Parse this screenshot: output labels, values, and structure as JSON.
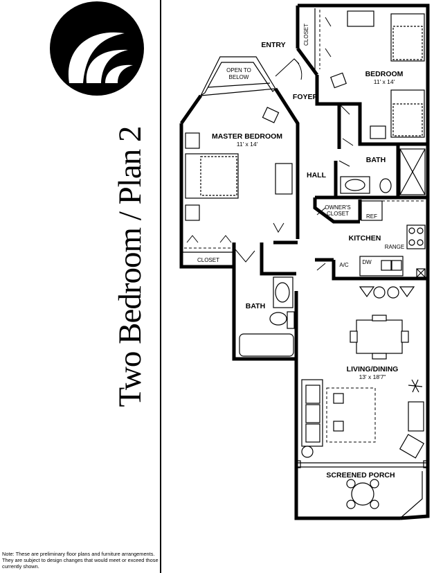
{
  "title": "Two Bedroom / Plan 2",
  "note": "Note: These are preliminary floor plans and furniture arrangements. They are subject to design changes that would meet or exceed those currently shown.",
  "logo_icon": "concentric-arc-logo-icon",
  "rooms": {
    "entry": "ENTRY",
    "closet_vertical": "CLOSET",
    "bedroom": "BEDROOM",
    "bedroom_size": "11' x 14'",
    "open_to_below": "OPEN TO",
    "open_to_below_2": "BELOW",
    "foyer": "FOYER",
    "master_bedroom": "MASTER BEDROOM",
    "master_bedroom_size": "11' x 14'",
    "hall": "HALL",
    "bath_upper": "BATH",
    "owners_closet": "OWNER'S",
    "owners_closet_2": "CLOSET",
    "ref": "REF",
    "kitchen": "KITCHEN",
    "range": "RANGE",
    "master_closet": "CLOSET",
    "ac": "A/C",
    "dw": "DW",
    "bath_lower": "BATH",
    "living_dining": "LIVING/DINING",
    "living_dining_size": "13' x 18'7\"",
    "screened_porch": "SCREENED PORCH"
  }
}
